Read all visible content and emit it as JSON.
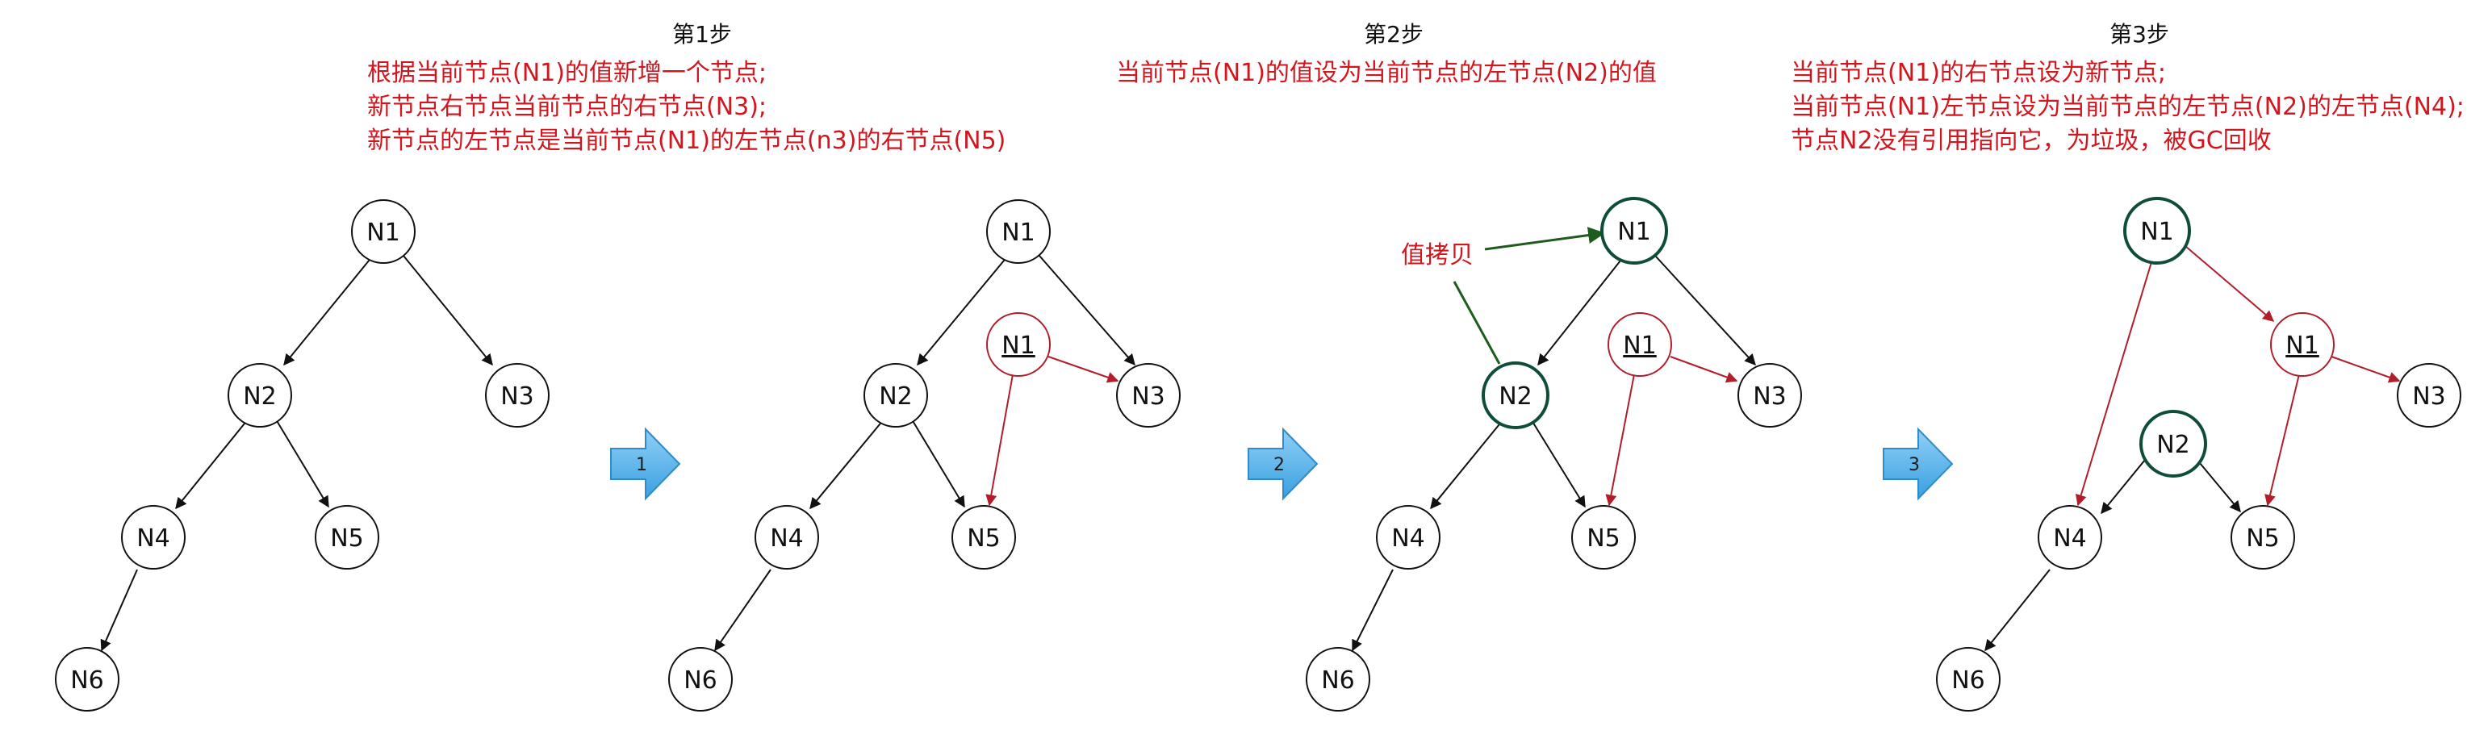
{
  "steps": [
    {
      "title": "第1步",
      "lines": [
        "根据当前节点(N1)的值新增一个节点;",
        "新节点右节点当前节点的右节点(N3);",
        "新节点的左节点是当前节点(N1)的左节点(n3)的右节点(N5)"
      ]
    },
    {
      "title": "第2步",
      "lines": [
        "当前节点(N1)的值设为当前节点的左节点(N2)的值"
      ]
    },
    {
      "title": "第3步",
      "lines": [
        "当前节点(N1)的右节点设为新节点;",
        "当前节点(N1)左节点设为当前节点的左节点(N2)的左节点(N4);",
        "节点N2没有引用指向它，为垃圾，被GC回收"
      ]
    }
  ],
  "node_labels": {
    "n1": "N1",
    "n2": "N2",
    "n3": "N3",
    "n4": "N4",
    "n5": "N5",
    "n6": "N6",
    "new_n1": "N1"
  },
  "annotation": "值拷贝",
  "transition_numbers": [
    "1",
    "2",
    "3"
  ],
  "colors": {
    "text": "#111111",
    "red": "#d0171f",
    "red_edge": "#b11d2b",
    "highlight": "#0f4c3a",
    "green_arrow": "#1e5c1e",
    "arrow_fill": "#56b3ea",
    "arrow_stroke": "#2f8bc9"
  }
}
